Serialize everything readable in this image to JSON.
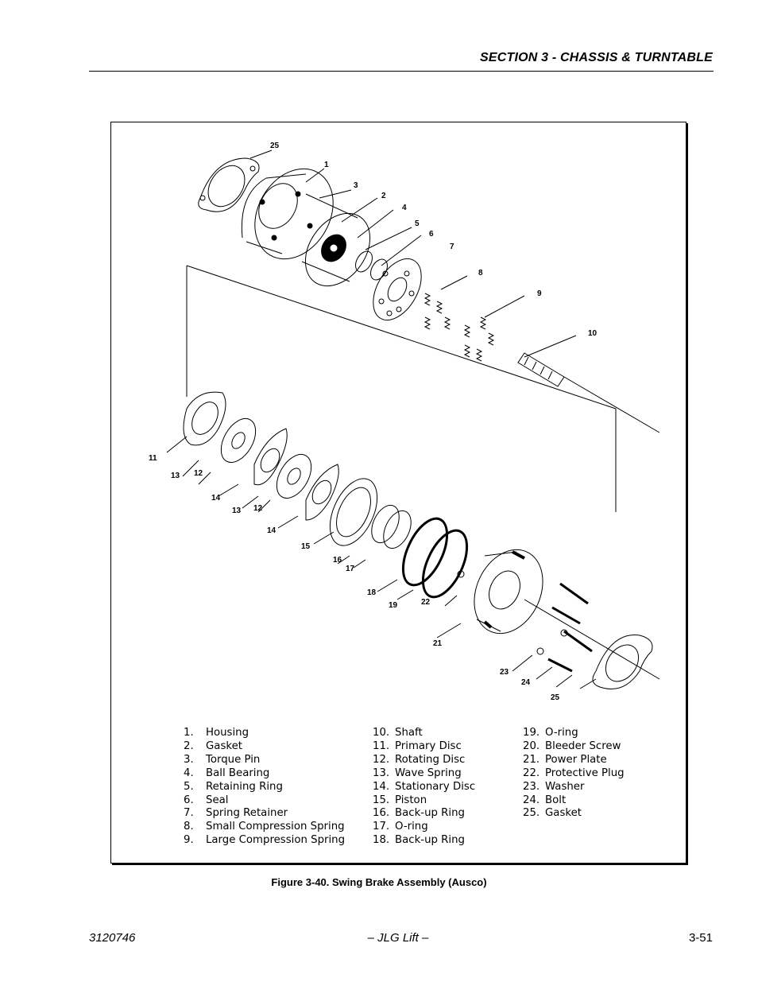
{
  "header": {
    "section_title": "SECTION 3 - CHASSIS & TURNTABLE"
  },
  "figure": {
    "caption": "Figure 3-40.  Swing Brake Assembly (Ausco)",
    "callouts": {
      "c25a": "25",
      "c1": "1",
      "c3": "3",
      "c2": "2",
      "c4": "4",
      "c5": "5",
      "c6": "6",
      "c7": "7",
      "c8": "8",
      "c9": "9",
      "c10": "10",
      "c11": "11",
      "c13a": "13",
      "c12a": "12",
      "c14a": "14",
      "c13b": "13",
      "c12b": "12",
      "c14b": "14",
      "c15": "15",
      "c16": "16",
      "c17": "17",
      "c18": "18",
      "c19": "19",
      "c22": "22",
      "c21": "21",
      "c23": "23",
      "c24": "24",
      "c25b": "25"
    },
    "legend": {
      "col1": [
        {
          "num": "1.",
          "name": "Housing"
        },
        {
          "num": "2.",
          "name": "Gasket"
        },
        {
          "num": "3.",
          "name": "Torque Pin"
        },
        {
          "num": "4.",
          "name": "Ball Bearing"
        },
        {
          "num": "5.",
          "name": "Retaining Ring"
        },
        {
          "num": "6.",
          "name": "Seal"
        },
        {
          "num": "7.",
          "name": "Spring Retainer"
        },
        {
          "num": "8.",
          "name": "Small Compression Spring"
        },
        {
          "num": "9.",
          "name": "Large Compression Spring"
        }
      ],
      "col2": [
        {
          "num": "10.",
          "name": "Shaft"
        },
        {
          "num": "11.",
          "name": "Primary Disc"
        },
        {
          "num": "12.",
          "name": "Rotating Disc"
        },
        {
          "num": "13.",
          "name": "Wave Spring"
        },
        {
          "num": "14.",
          "name": "Stationary Disc"
        },
        {
          "num": "15.",
          "name": "Piston"
        },
        {
          "num": "16.",
          "name": "Back-up Ring"
        },
        {
          "num": "17.",
          "name": "O-ring"
        },
        {
          "num": "18.",
          "name": "Back-up Ring"
        }
      ],
      "col3": [
        {
          "num": "19.",
          "name": "O-ring"
        },
        {
          "num": "20.",
          "name": "Bleeder Screw"
        },
        {
          "num": "21.",
          "name": "Power Plate"
        },
        {
          "num": "22.",
          "name": "Protective Plug"
        },
        {
          "num": "23.",
          "name": "Washer"
        },
        {
          "num": "24.",
          "name": "Bolt"
        },
        {
          "num": "25.",
          "name": "Gasket"
        }
      ]
    }
  },
  "footer": {
    "doc_number": "3120746",
    "publisher": "– JLG Lift –",
    "page_number": "3-51"
  }
}
